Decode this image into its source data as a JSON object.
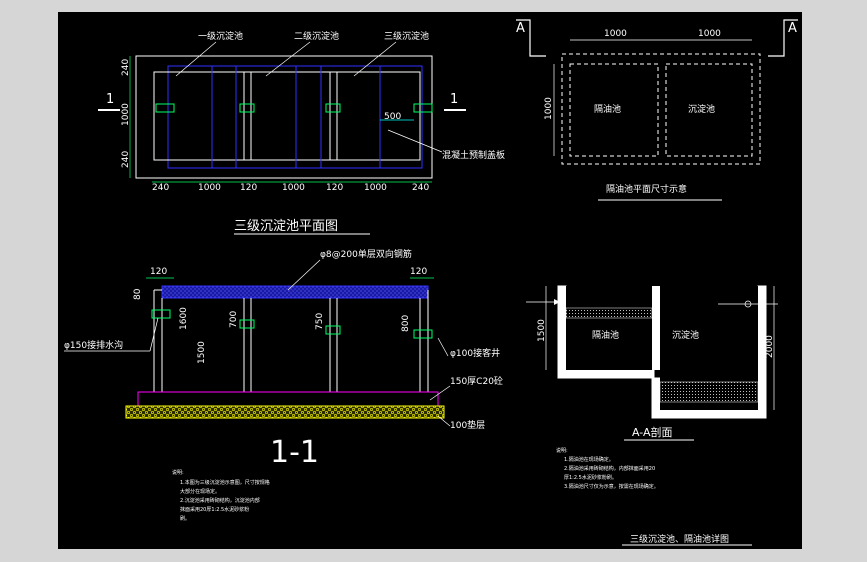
{
  "plan": {
    "title": "三级沉淀池平面图",
    "label_tank1": "一级沉淀池",
    "label_tank2": "二级沉淀池",
    "label_tank3": "三级沉淀池",
    "label_cover": "混凝土预制盖板",
    "dim_500": "500",
    "section_mark": "1",
    "dims_bottom": [
      "240",
      "1000",
      "120",
      "1000",
      "120",
      "1000",
      "240"
    ],
    "dims_left": [
      "240",
      "1000",
      "240"
    ]
  },
  "section": {
    "title": "1-1",
    "label_rebar": "φ8@200单层双向钢筋",
    "label_drain": "φ150接排水沟",
    "label_pipe": "φ100接客井",
    "label_concrete": "150厚C20砼",
    "label_cushion": "100垫层",
    "dims_top": [
      "120",
      "120"
    ],
    "dim_80": "80",
    "dims_vertical": [
      "1600",
      "700",
      "750",
      "800",
      "1500"
    ]
  },
  "oil_plan": {
    "title": "隔油池平面尺寸示意",
    "section_mark": "A",
    "dims_top": [
      "1000",
      "1000"
    ],
    "dim_left": "1000",
    "label_oil": "隔油池",
    "label_settle": "沉淀池"
  },
  "aa": {
    "title": "A-A剖面",
    "label_oil": "隔油池",
    "label_settle": "沉淀池",
    "dim_1500": "1500",
    "dim_2000": "2000"
  },
  "notes_left": {
    "heading": "说明:",
    "lines": [
      "1.本图为三级沉淀池示意图，尺寸按规格",
      "大部分在现场定。",
      "2.沉淀池采用砖砌结构，沉淀池内部",
      "抹面采用20厚1:2.5水泥砂浆粉",
      "刷。"
    ]
  },
  "notes_right": {
    "heading": "说明:",
    "lines": [
      "1.隔油池在现场确定。",
      "2.隔油池采用砖砌结构，内部抹面采用20",
      "厚1:2.5水泥砂浆粉刷。",
      "3.隔油池尺寸仅为示意，按需在现场确定。"
    ]
  },
  "sheet_title": "三级沉淀池、隔油池详图",
  "colors": {
    "background": "#000000",
    "frame": "#d6d6d6",
    "line": "#ffffff",
    "blue": "#3030ff",
    "green": "#00ff66",
    "magenta": "#ff00ff",
    "yellow": "#ffff00",
    "cyan": "#00ffff",
    "fill_blue": "#1a1aa8"
  }
}
